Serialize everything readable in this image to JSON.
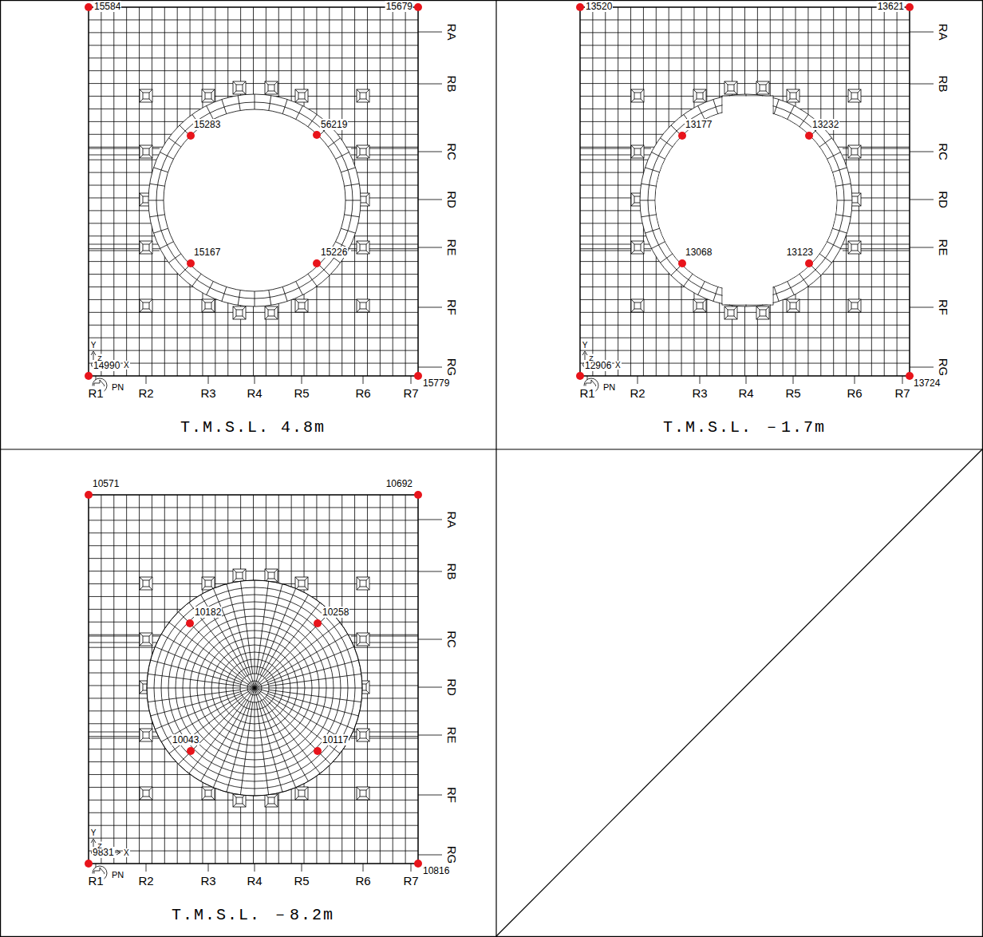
{
  "diagram": {
    "labels": [
      "T.M.S.L. 4.8m",
      "15584",
      "15679",
      "15283",
      "56219",
      "15167",
      "15226",
      "14990",
      "15779",
      "RA",
      "RB",
      "RC",
      "RD",
      "RE",
      "RF",
      "RG",
      "R1",
      "R2",
      "R3",
      "R4",
      "R5",
      "R6",
      "R7",
      "Y",
      "Z",
      "X",
      "PN",
      "T.M.S.L. －1.7m",
      "13520",
      "13621",
      "13177",
      "13232",
      "13068",
      "13123",
      "12906",
      "13724",
      "RA",
      "RB",
      "RC",
      "RD",
      "RE",
      "RF",
      "RG",
      "R1",
      "R2",
      "R3",
      "R4",
      "R5",
      "R6",
      "R7",
      "Y",
      "Z",
      "X",
      "PN",
      "T.M.S.L. －8.2m",
      "10571",
      "10692",
      "10182",
      "10258",
      "10043",
      "10117",
      "9831",
      "10816",
      "RA",
      "RB",
      "RC",
      "RD",
      "RE",
      "RF",
      "RG",
      "R1",
      "R2",
      "R3",
      "R4",
      "R5",
      "R6",
      "R7",
      "Y",
      "Z",
      "X",
      "PN"
    ]
  }
}
